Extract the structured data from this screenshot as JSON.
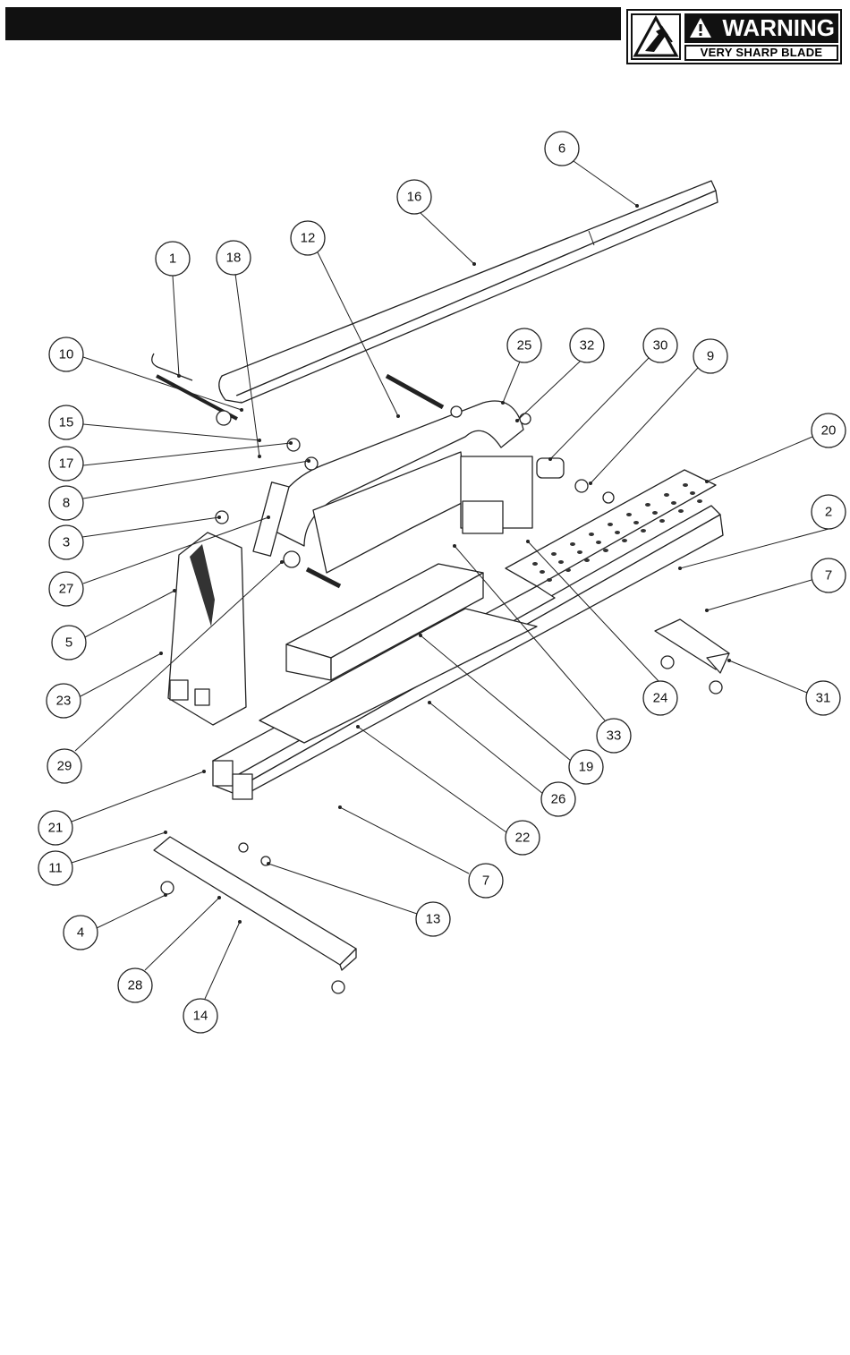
{
  "warning": {
    "title": "WARNING",
    "subtitle": "VERY SHARP BLADE",
    "icon": "hand-blade-hazard-icon",
    "exclamation_icon": "exclamation-triangle-icon"
  },
  "callouts": [
    {
      "label": "1"
    },
    {
      "label": "2"
    },
    {
      "label": "3"
    },
    {
      "label": "4"
    },
    {
      "label": "5"
    },
    {
      "label": "6"
    },
    {
      "label": "7"
    },
    {
      "label": "7"
    },
    {
      "label": "8"
    },
    {
      "label": "9"
    },
    {
      "label": "10"
    },
    {
      "label": "11"
    },
    {
      "label": "12"
    },
    {
      "label": "13"
    },
    {
      "label": "14"
    },
    {
      "label": "15"
    },
    {
      "label": "16"
    },
    {
      "label": "17"
    },
    {
      "label": "18"
    },
    {
      "label": "19"
    },
    {
      "label": "20"
    },
    {
      "label": "21"
    },
    {
      "label": "22"
    },
    {
      "label": "23"
    },
    {
      "label": "24"
    },
    {
      "label": "25"
    },
    {
      "label": "26"
    },
    {
      "label": "27"
    },
    {
      "label": "28"
    },
    {
      "label": "29"
    },
    {
      "label": "30"
    },
    {
      "label": "31"
    },
    {
      "label": "32"
    },
    {
      "label": "33"
    }
  ]
}
